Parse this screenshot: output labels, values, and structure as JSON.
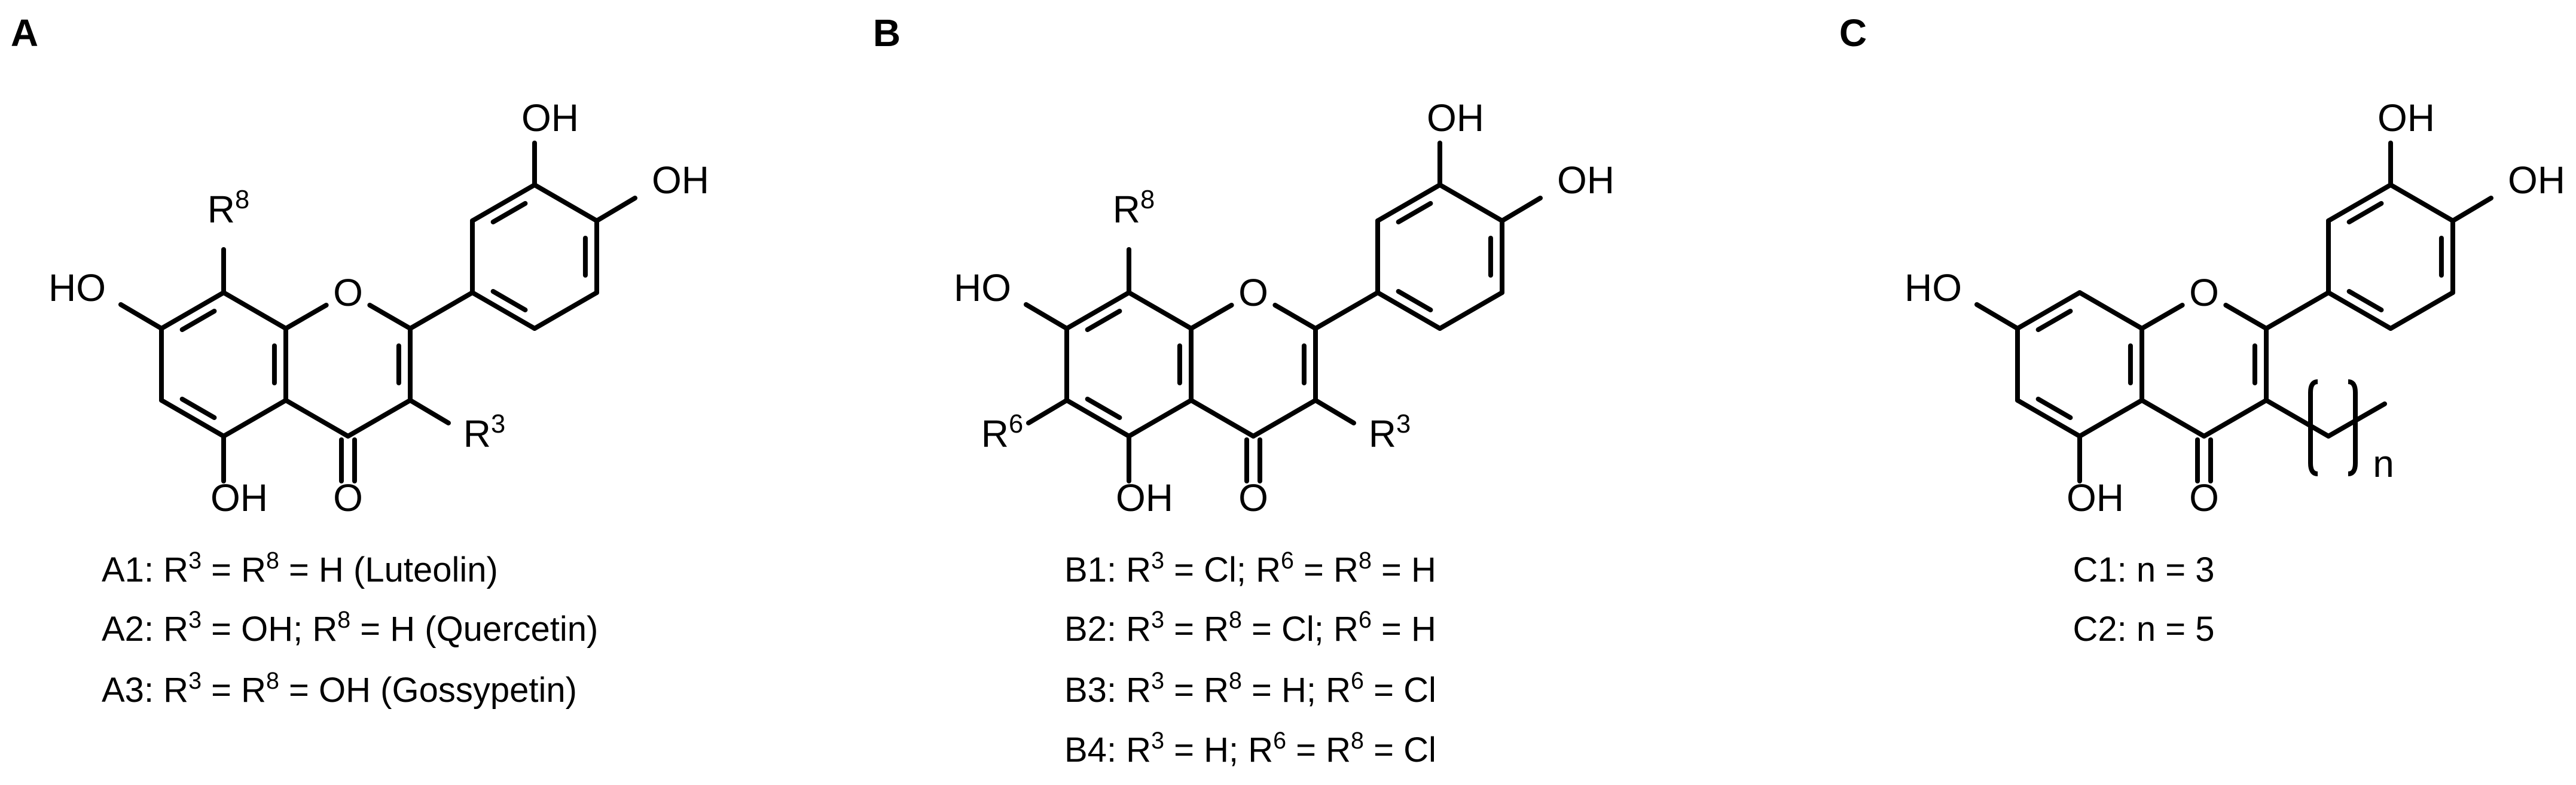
{
  "panels": [
    {
      "id": "A",
      "label": "A",
      "labels": {
        "ho7": [
          {
            "t": "HO"
          }
        ],
        "r8": [
          {
            "t": "R"
          },
          {
            "s": "8"
          }
        ],
        "o1": [
          {
            "t": "O"
          }
        ],
        "oh3p": [
          {
            "t": "OH"
          }
        ],
        "oh4p": [
          {
            "t": "OH"
          }
        ],
        "r3": [
          {
            "t": "R"
          },
          {
            "s": "3"
          }
        ],
        "oh5": [
          {
            "t": "OH"
          }
        ],
        "o4": [
          {
            "t": "O"
          }
        ]
      },
      "captions": [
        [
          {
            "t": "A1: R"
          },
          {
            "s": "3"
          },
          {
            "t": " = R"
          },
          {
            "s": "8"
          },
          {
            "t": " = H (Luteolin)"
          }
        ],
        [
          {
            "t": "A2: R"
          },
          {
            "s": "3"
          },
          {
            "t": " = OH; R"
          },
          {
            "s": "8"
          },
          {
            "t": " = H (Quercetin)"
          }
        ],
        [
          {
            "t": "A3: R"
          },
          {
            "s": "3"
          },
          {
            "t": " = R"
          },
          {
            "s": "8"
          },
          {
            "t": " = OH (Gossypetin)"
          }
        ]
      ]
    },
    {
      "id": "B",
      "label": "B",
      "labels": {
        "ho7": [
          {
            "t": "HO"
          }
        ],
        "r8": [
          {
            "t": "R"
          },
          {
            "s": "8"
          }
        ],
        "o1": [
          {
            "t": "O"
          }
        ],
        "oh3p": [
          {
            "t": "OH"
          }
        ],
        "oh4p": [
          {
            "t": "OH"
          }
        ],
        "r3": [
          {
            "t": "R"
          },
          {
            "s": "3"
          }
        ],
        "r6": [
          {
            "t": "R"
          },
          {
            "s": "6"
          }
        ],
        "oh5": [
          {
            "t": "OH"
          }
        ],
        "o4": [
          {
            "t": "O"
          }
        ]
      },
      "captions": [
        [
          {
            "t": "B1: R"
          },
          {
            "s": "3"
          },
          {
            "t": " = Cl; R"
          },
          {
            "s": "6"
          },
          {
            "t": " = R"
          },
          {
            "s": "8"
          },
          {
            "t": " = H"
          }
        ],
        [
          {
            "t": "B2: R"
          },
          {
            "s": "3"
          },
          {
            "t": " = R"
          },
          {
            "s": "8"
          },
          {
            "t": " = Cl; R"
          },
          {
            "s": "6"
          },
          {
            "t": " = H"
          }
        ],
        [
          {
            "t": "B3: R"
          },
          {
            "s": "3"
          },
          {
            "t": " = R"
          },
          {
            "s": "8"
          },
          {
            "t": " = H; R"
          },
          {
            "s": "6"
          },
          {
            "t": " = Cl"
          }
        ],
        [
          {
            "t": "B4: R"
          },
          {
            "s": "3"
          },
          {
            "t": " = H; R"
          },
          {
            "s": "6"
          },
          {
            "t": " = R"
          },
          {
            "s": "8"
          },
          {
            "t": " = Cl"
          }
        ]
      ]
    },
    {
      "id": "C",
      "label": "C",
      "labels": {
        "ho7": [
          {
            "t": "HO"
          }
        ],
        "o1": [
          {
            "t": "O"
          }
        ],
        "oh3p": [
          {
            "t": "OH"
          }
        ],
        "oh4p": [
          {
            "t": "OH"
          }
        ],
        "n": [
          {
            "t": "n"
          }
        ],
        "oh5": [
          {
            "t": "OH"
          }
        ],
        "o4": [
          {
            "t": "O"
          }
        ]
      },
      "captions": [
        [
          {
            "t": "C1: n = 3"
          }
        ],
        [
          {
            "t": "C2: n = 5"
          }
        ]
      ]
    }
  ]
}
